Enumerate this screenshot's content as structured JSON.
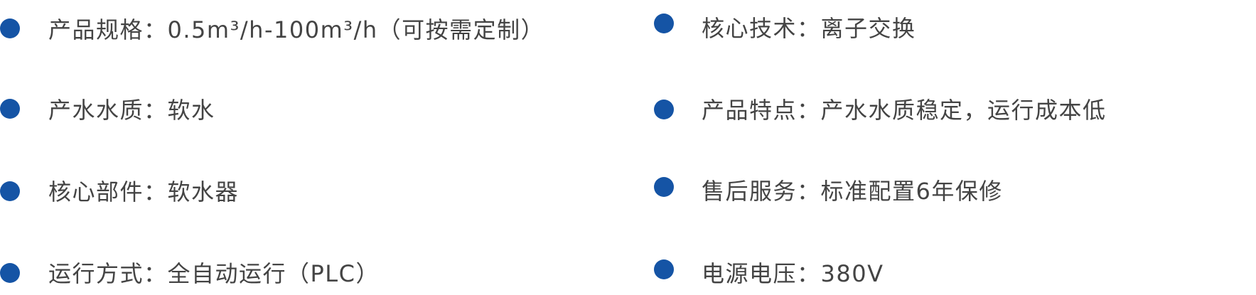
{
  "bullet_color": "#1554a5",
  "bullet_icon": "filled-circle",
  "left_column": [
    {
      "label": "产品规格：0.5m³/h-100m³/h（可按需定制）"
    },
    {
      "label": "产水水质：软水"
    },
    {
      "label": "核心部件：软水器"
    },
    {
      "label": "运行方式：全自动运行（PLC）"
    }
  ],
  "right_column": [
    {
      "label": "核心技术：离子交换"
    },
    {
      "label": "产品特点：产水水质稳定，运行成本低"
    },
    {
      "label": "售后服务：标准配置6年保修"
    },
    {
      "label": "电源电压：380V"
    }
  ]
}
